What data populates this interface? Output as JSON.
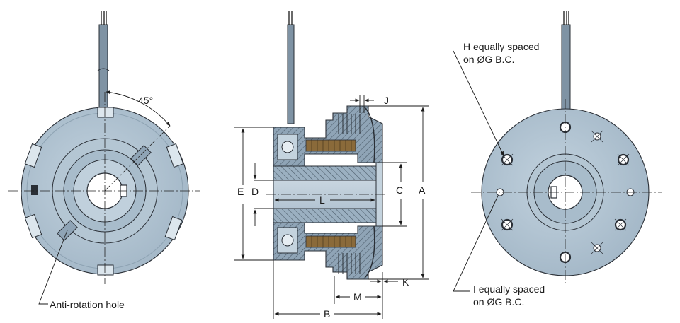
{
  "views": {
    "left": {
      "angle_label": "45°",
      "callout_label": "Anti-rotation hole"
    },
    "middle": {
      "dims": {
        "A": "A",
        "B": "B",
        "C": "C",
        "D": "D",
        "E": "E",
        "J": "J",
        "K": "K",
        "L": "L",
        "M": "M"
      }
    },
    "right": {
      "callout_h_line1": "H equally spaced",
      "callout_h_line2": "on ØG B.C.",
      "callout_i_line1": "I equally spaced",
      "callout_i_line2": "on ØG B.C."
    }
  },
  "colors": {
    "body": "#a9bccb",
    "body_light": "#c4d3de",
    "body_dark": "#8499aa",
    "section": "#7d93a6",
    "section_light": "#b6c7d5",
    "coil": "#8a6a3a",
    "line": "#1a1a1a"
  },
  "icons": {
    "bolt_hole": "circled-cross",
    "mount_hole": "circle-with-center-mark"
  }
}
